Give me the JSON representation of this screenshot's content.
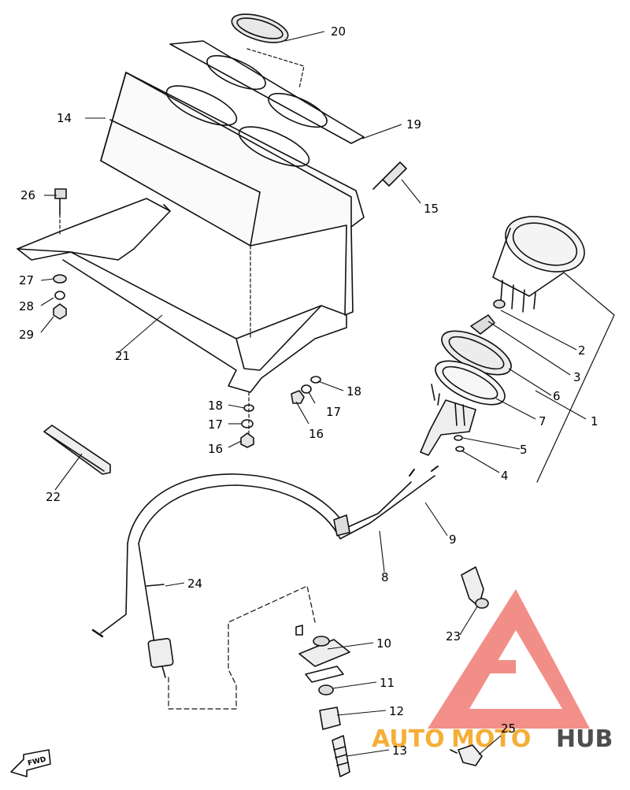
{
  "diagram": {
    "callouts": [
      "20",
      "14",
      "19",
      "26",
      "15",
      "27",
      "28",
      "29",
      "21",
      "2",
      "3",
      "6",
      "7",
      "1",
      "18",
      "17",
      "16",
      "18",
      "17",
      "16",
      "5",
      "4",
      "22",
      "9",
      "8",
      "24",
      "10",
      "23",
      "11",
      "12",
      "13",
      "25"
    ]
  },
  "direction_marker": {
    "label": "FWD"
  },
  "watermark": {
    "part1": "AUTO",
    "part2": "MOTO",
    "part3": "HUB",
    "colors": {
      "triangle": "#f07b74",
      "text_orange": "#f5a623",
      "text_dark": "#3b3b3b"
    }
  }
}
